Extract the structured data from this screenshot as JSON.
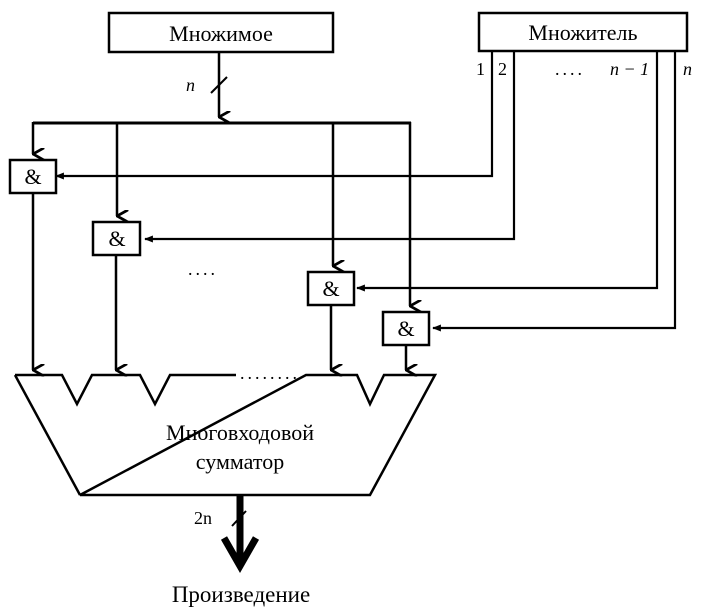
{
  "diagram": {
    "title": "Параллельный умножитель",
    "multiplicand": {
      "label": "Множимое",
      "bus_width": "n"
    },
    "multiplier": {
      "label": "Множитель",
      "bit_labels": [
        "1",
        "2",
        "....",
        "n − 1",
        "n"
      ]
    },
    "and_gates": [
      {
        "symbol": "&",
        "bit": "1"
      },
      {
        "symbol": "&",
        "bit": "2"
      },
      {
        "symbol": "&",
        "bit": "n − 1"
      },
      {
        "symbol": "&",
        "bit": "n"
      }
    ],
    "ellipsis_gates": "....",
    "adder": {
      "line1": "Многовходовой",
      "line2": "сумматор",
      "ellipsis_inputs": "........"
    },
    "output": {
      "label": "Произведение",
      "bus_width": "2n"
    }
  }
}
